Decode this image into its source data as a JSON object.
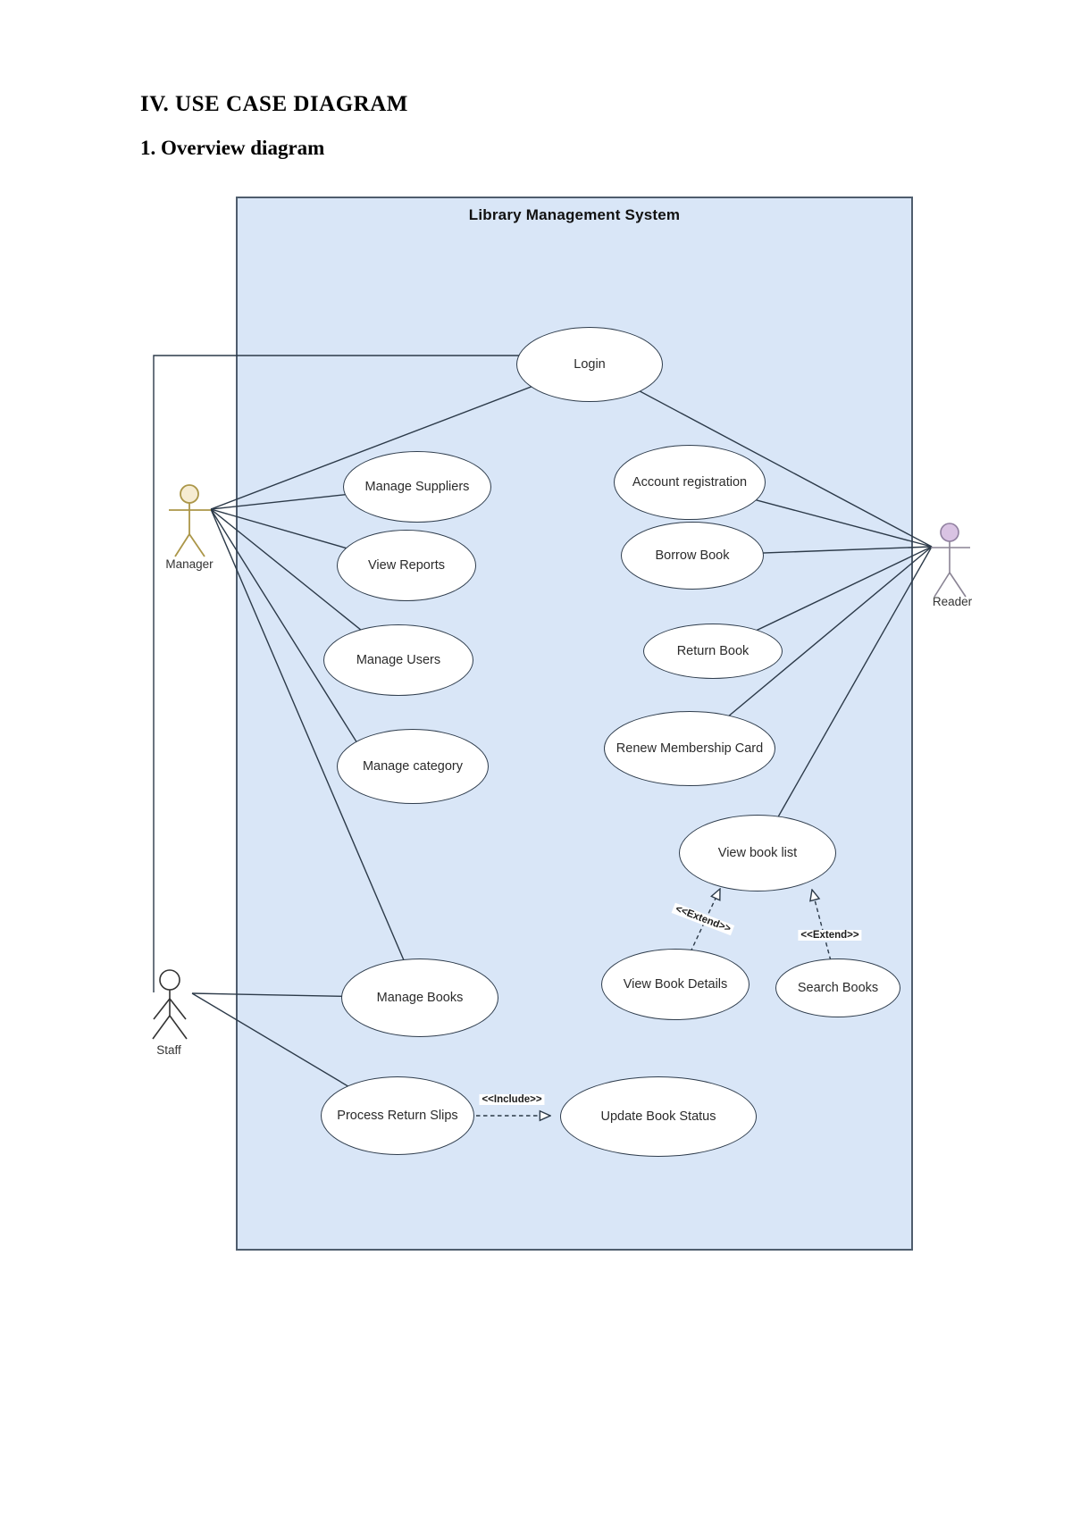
{
  "page": {
    "heading1": "IV. USE CASE DIAGRAM",
    "heading2": "1. Overview diagram"
  },
  "diagram": {
    "title": "Library Management System",
    "actors": [
      {
        "id": "manager",
        "label": "Manager"
      },
      {
        "id": "staff",
        "label": "Staff"
      },
      {
        "id": "reader",
        "label": "Reader"
      }
    ],
    "use_cases": [
      {
        "id": "login",
        "label": "Login"
      },
      {
        "id": "manage_suppliers",
        "label": "Manage Suppliers"
      },
      {
        "id": "account_registration",
        "label": "Account registration"
      },
      {
        "id": "view_reports",
        "label": "View Reports"
      },
      {
        "id": "borrow_book",
        "label": "Borrow Book"
      },
      {
        "id": "manage_users",
        "label": "Manage Users"
      },
      {
        "id": "return_book",
        "label": "Return Book"
      },
      {
        "id": "manage_category",
        "label": "Manage category"
      },
      {
        "id": "renew_membership_card",
        "label": "Renew Membership Card"
      },
      {
        "id": "view_book_list",
        "label": "View book list"
      },
      {
        "id": "view_book_details",
        "label": "View Book Details"
      },
      {
        "id": "search_books",
        "label": "Search Books"
      },
      {
        "id": "manage_books",
        "label": "Manage Books"
      },
      {
        "id": "process_return_slips",
        "label": "Process Return Slips"
      },
      {
        "id": "update_book_status",
        "label": "Update Book Status"
      }
    ],
    "stereotypes": {
      "include": "<<Include>>",
      "extend_left": "<<Extend>>",
      "extend_right": "<<Extend>>"
    },
    "relationships": [
      {
        "type": "association",
        "from": "manager",
        "to": "login"
      },
      {
        "type": "association",
        "from": "manager",
        "to": "manage_suppliers"
      },
      {
        "type": "association",
        "from": "manager",
        "to": "view_reports"
      },
      {
        "type": "association",
        "from": "manager",
        "to": "manage_users"
      },
      {
        "type": "association",
        "from": "manager",
        "to": "manage_category"
      },
      {
        "type": "association",
        "from": "manager",
        "to": "manage_books"
      },
      {
        "type": "association",
        "from": "staff",
        "to": "login"
      },
      {
        "type": "association",
        "from": "staff",
        "to": "manage_books"
      },
      {
        "type": "association",
        "from": "staff",
        "to": "process_return_slips"
      },
      {
        "type": "association",
        "from": "reader",
        "to": "login"
      },
      {
        "type": "association",
        "from": "reader",
        "to": "account_registration"
      },
      {
        "type": "association",
        "from": "reader",
        "to": "borrow_book"
      },
      {
        "type": "association",
        "from": "reader",
        "to": "return_book"
      },
      {
        "type": "association",
        "from": "reader",
        "to": "renew_membership_card"
      },
      {
        "type": "association",
        "from": "reader",
        "to": "view_book_list"
      },
      {
        "type": "include",
        "from": "process_return_slips",
        "to": "update_book_status"
      },
      {
        "type": "extend",
        "from": "view_book_details",
        "to": "view_book_list"
      },
      {
        "type": "extend",
        "from": "search_books",
        "to": "view_book_list"
      }
    ],
    "colors": {
      "canvas_fill": "#d9e6f7",
      "canvas_border": "#4f5d6d",
      "node_border": "#2f3d4d",
      "line": "#2c3a49",
      "manager_color": "#ab9648",
      "reader_color": "#8a8494",
      "staff_color": "#333333"
    }
  }
}
